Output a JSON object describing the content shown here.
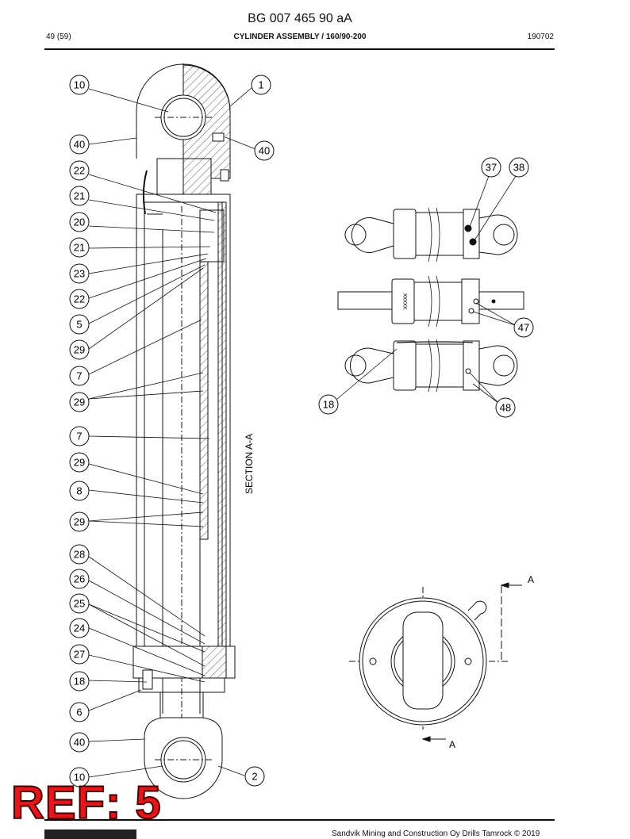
{
  "header": {
    "doc_id": "BG 007 465 90 aA",
    "page": "49 (59)",
    "title": "CYLINDER ASSEMBLY / 160/90-200",
    "date": "190702"
  },
  "drawing": {
    "section_label": "SECTION A-A",
    "section_marker": "A",
    "rod_markings": "xxxxx",
    "balloons_left": [
      "10",
      "40",
      "22",
      "21",
      "20",
      "21",
      "23",
      "22",
      "5",
      "29",
      "7",
      "29",
      "7",
      "29",
      "8",
      "29",
      "28",
      "26",
      "25",
      "24",
      "27",
      "18",
      "6",
      "40",
      "10"
    ],
    "balloons_right": [
      "1",
      "40",
      "2"
    ],
    "balloons_views": [
      "37",
      "38",
      "47",
      "18",
      "48"
    ]
  },
  "footer": {
    "copyright": "Sandvik Mining and Construction Oy Drills Tamrock © 2019"
  },
  "overlay": {
    "ref_label": "REF: 5",
    "ref_color": "#e3161b"
  }
}
